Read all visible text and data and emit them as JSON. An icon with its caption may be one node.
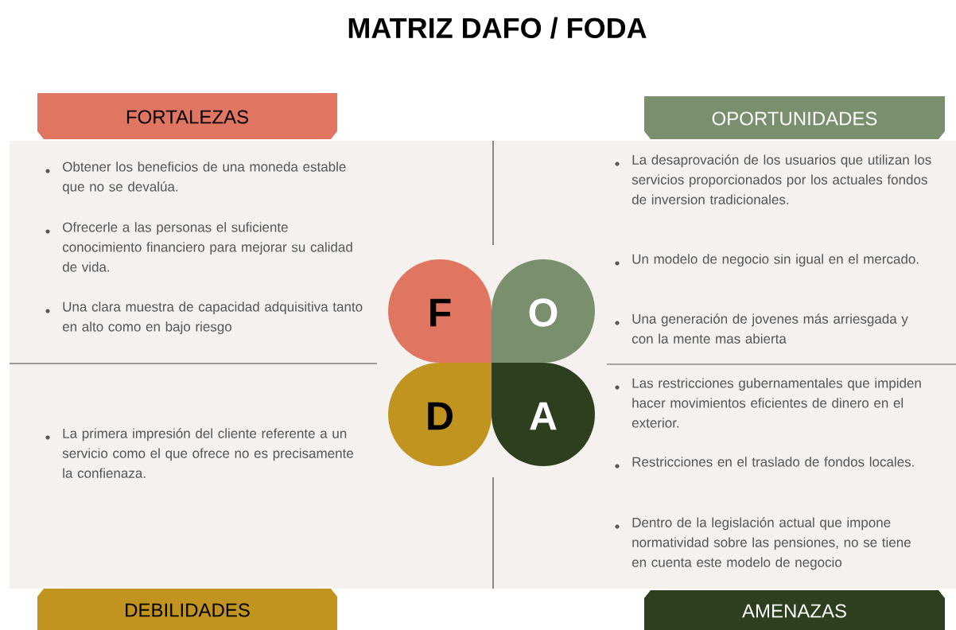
{
  "diagram": {
    "title": "MATRIZ DAFO / FODA",
    "nodes": [
      {
        "text": [
          "FORTALEZAS"
        ]
      },
      {
        "text": [
          "OPORTUNIDADES"
        ]
      },
      {
        "text": [
          "F"
        ]
      },
      {
        "text": [
          "O"
        ]
      },
      {
        "text": [
          "D"
        ]
      },
      {
        "text": [
          "A"
        ]
      },
      {
        "text": [
          "DEBILIDADES"
        ]
      },
      {
        "text": [
          "AMENAZAS"
        ]
      }
    ],
    "labels": [
      "Obtener los beneficios de una moneda estable que no se devalúa.",
      "Ofrecerle a las personas el suficiente conocimiento financiero para mejorar su calidad de vida.",
      "Una clara muestra de capacidad adquisitiva tanto en alto como en bajo riesgo",
      "La desaprovación de los usuarios que utilizan los servicios proporcionados por los actuales fondos de inversion tradicionales.",
      "Un modelo de negocio sin igual en el mercado.",
      "Una generación de jovenes más arriesgada y con la mente mas abierta",
      "La primera impresión del cliente referente a un servicio como el que ofrece no es precisamente la confienaza.",
      "Las restricciones gubernamentales que impiden hacer movimientos eficientes de dinero en el exterior.",
      "Restricciones en el traslado de fondos locales.",
      "Dentro de la legislación actual que impone normatividad sobre las pensiones, no se tiene en cuenta este modelo de negocio"
    ]
  }
}
